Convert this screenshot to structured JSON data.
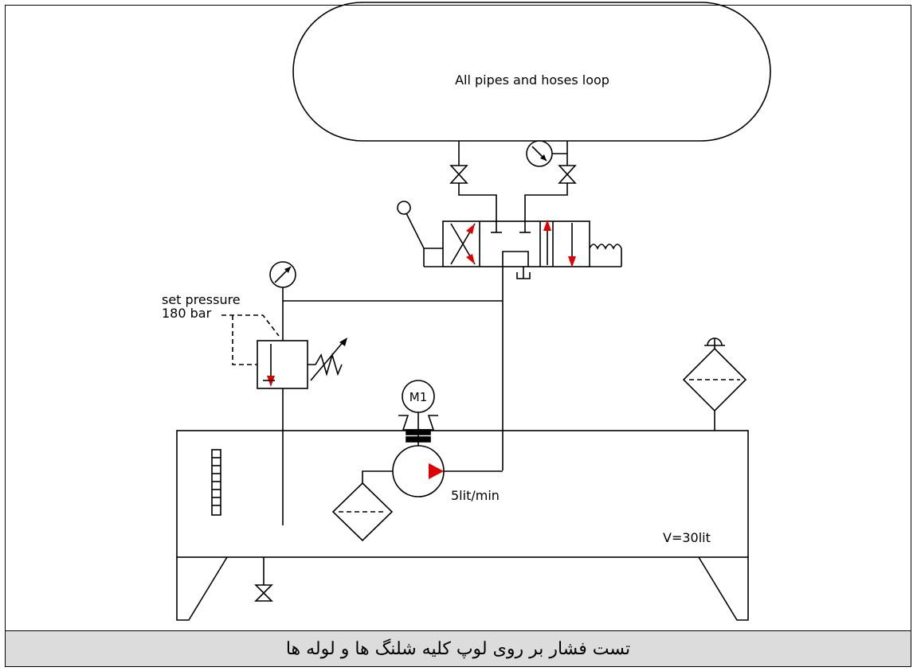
{
  "diagram": {
    "loop_label": "All pipes and hoses loop",
    "set_pressure_line1": "set pressure",
    "set_pressure_line2": "180 bar",
    "motor_label": "M1",
    "flow_label": "5lit/min",
    "volume_label": "V=30lit"
  },
  "caption": "تست فشار بر روی لوپ کلیه شلنگ ها و لوله ها",
  "colors": {
    "arrow": "#e00000",
    "line": "#000000",
    "caption_bg": "#dcdcdc"
  }
}
